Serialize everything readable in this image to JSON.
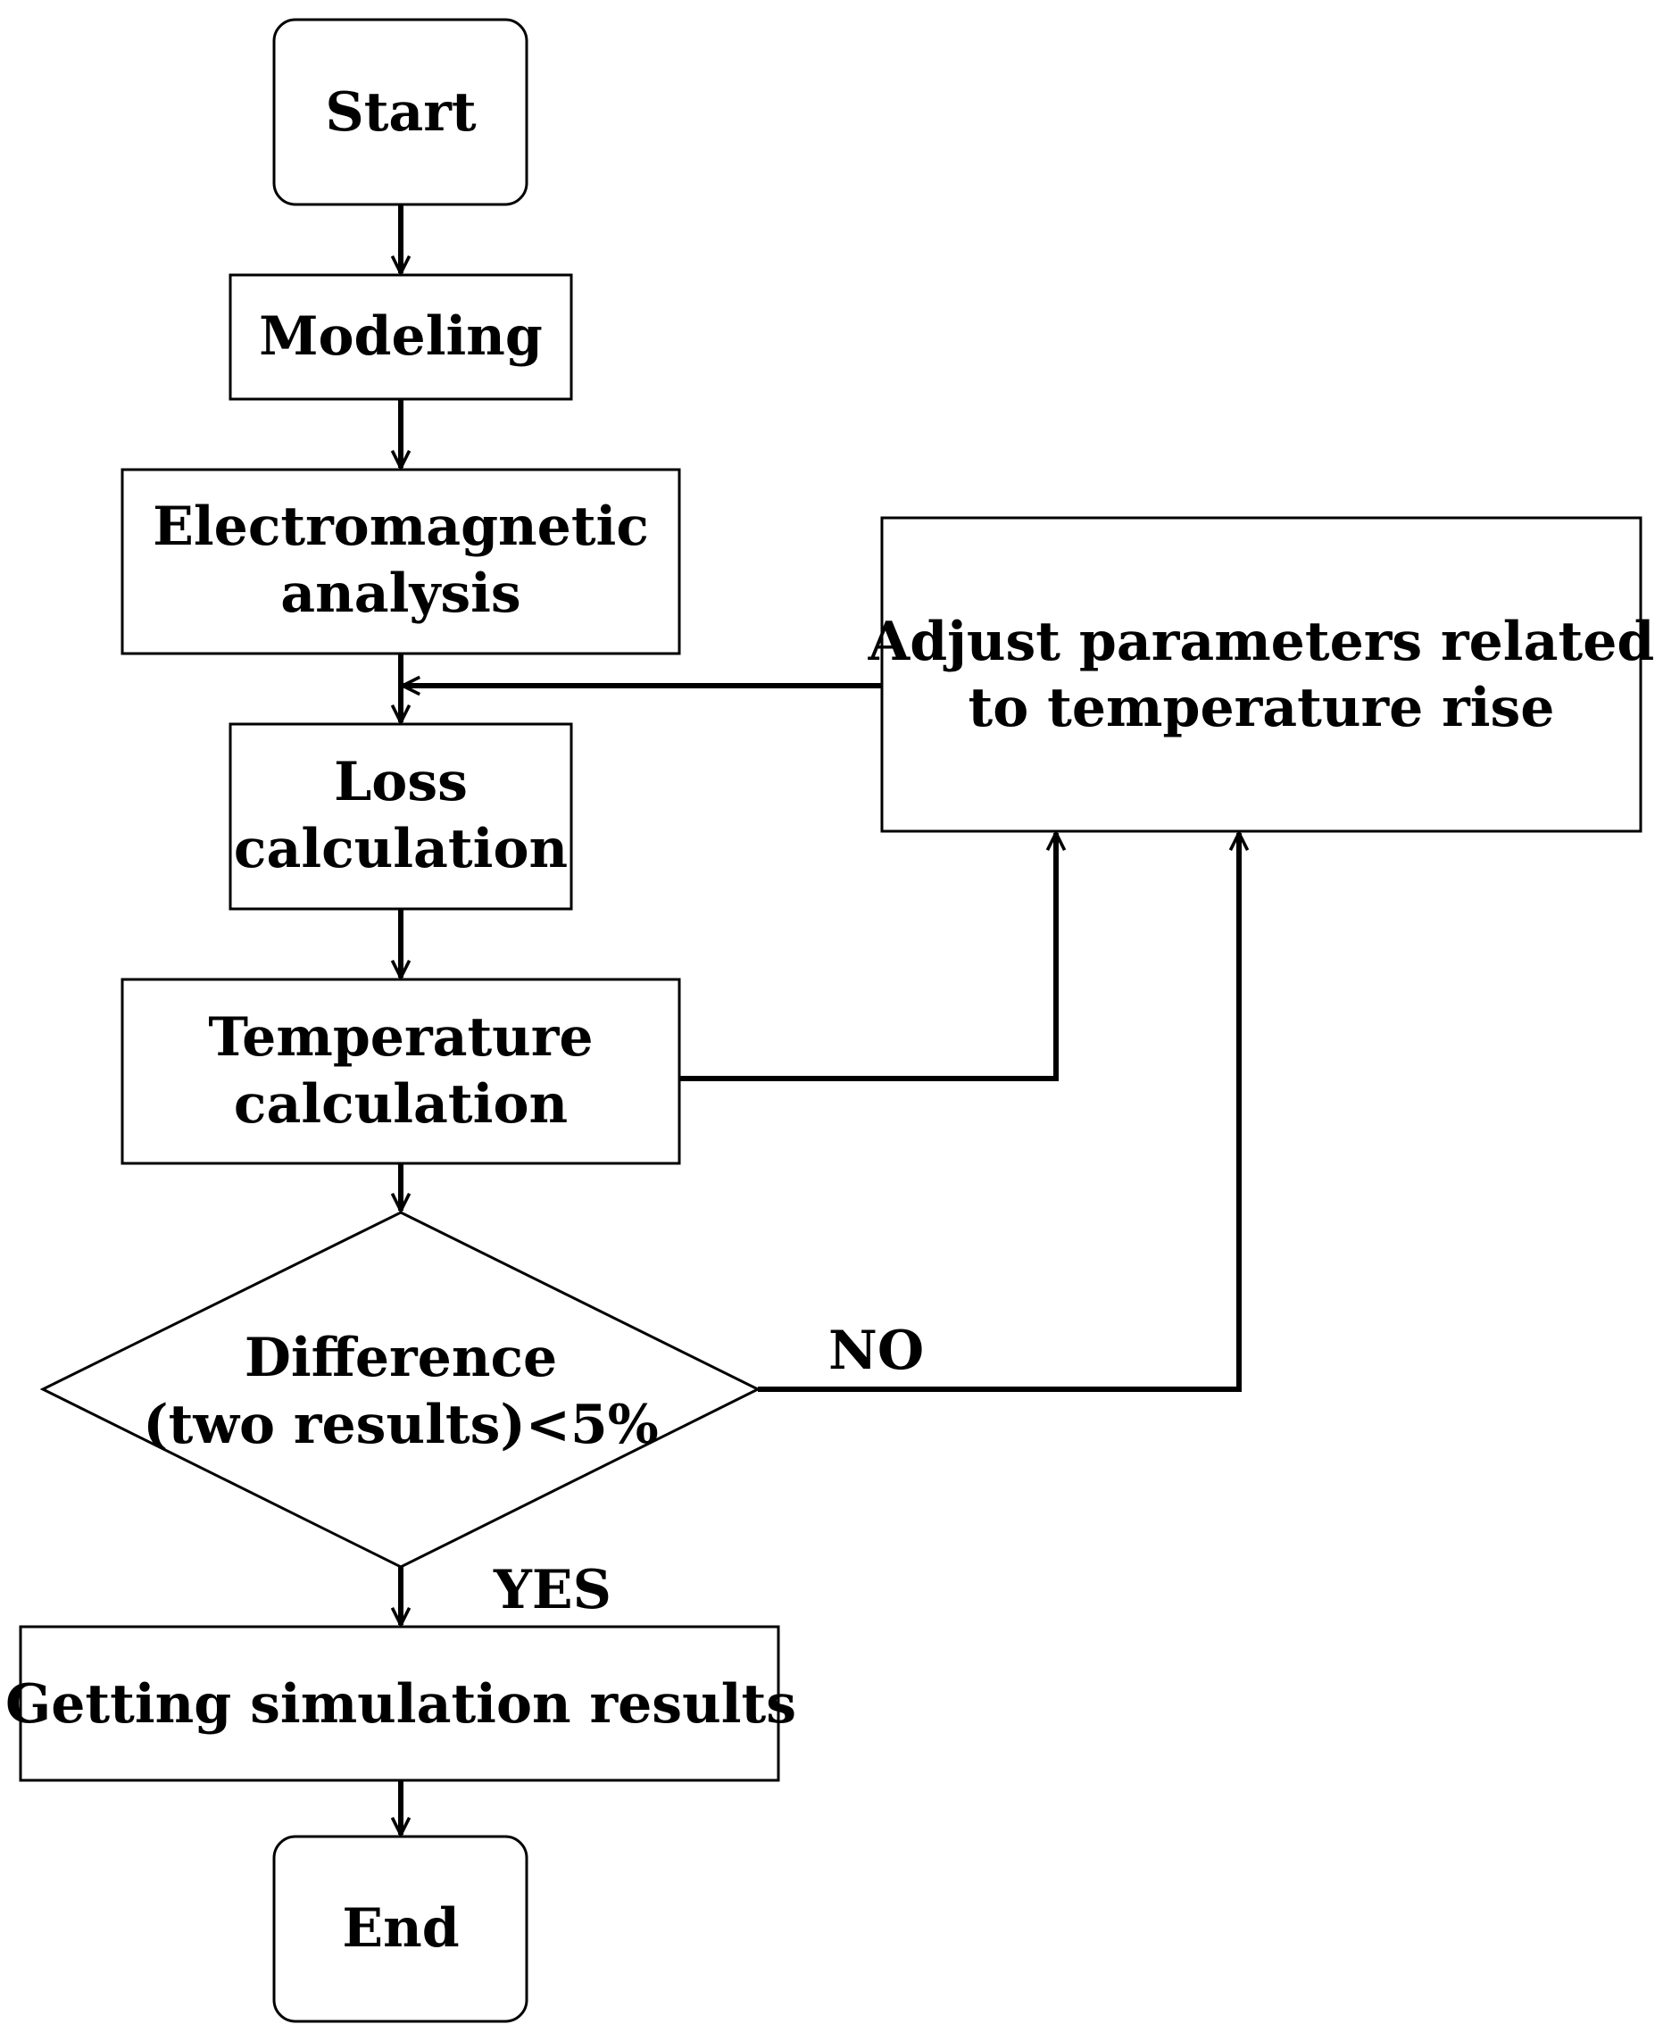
{
  "flowchart": {
    "start": "Start",
    "modeling": "Modeling",
    "electromagnetic_line1": "Electromagnetic",
    "electromagnetic_line2": "analysis",
    "loss_line1": "Loss",
    "loss_line2": "calculation",
    "temperature_line1": "Temperature",
    "temperature_line2": "calculation",
    "decision_line1": "Difference",
    "decision_line2": "(two results)<5%",
    "adjust_line1": "Adjust parameters related",
    "adjust_line2": "to temperature rise",
    "results": "Getting simulation results",
    "end": "End",
    "no_label": "NO",
    "yes_label": "YES"
  }
}
